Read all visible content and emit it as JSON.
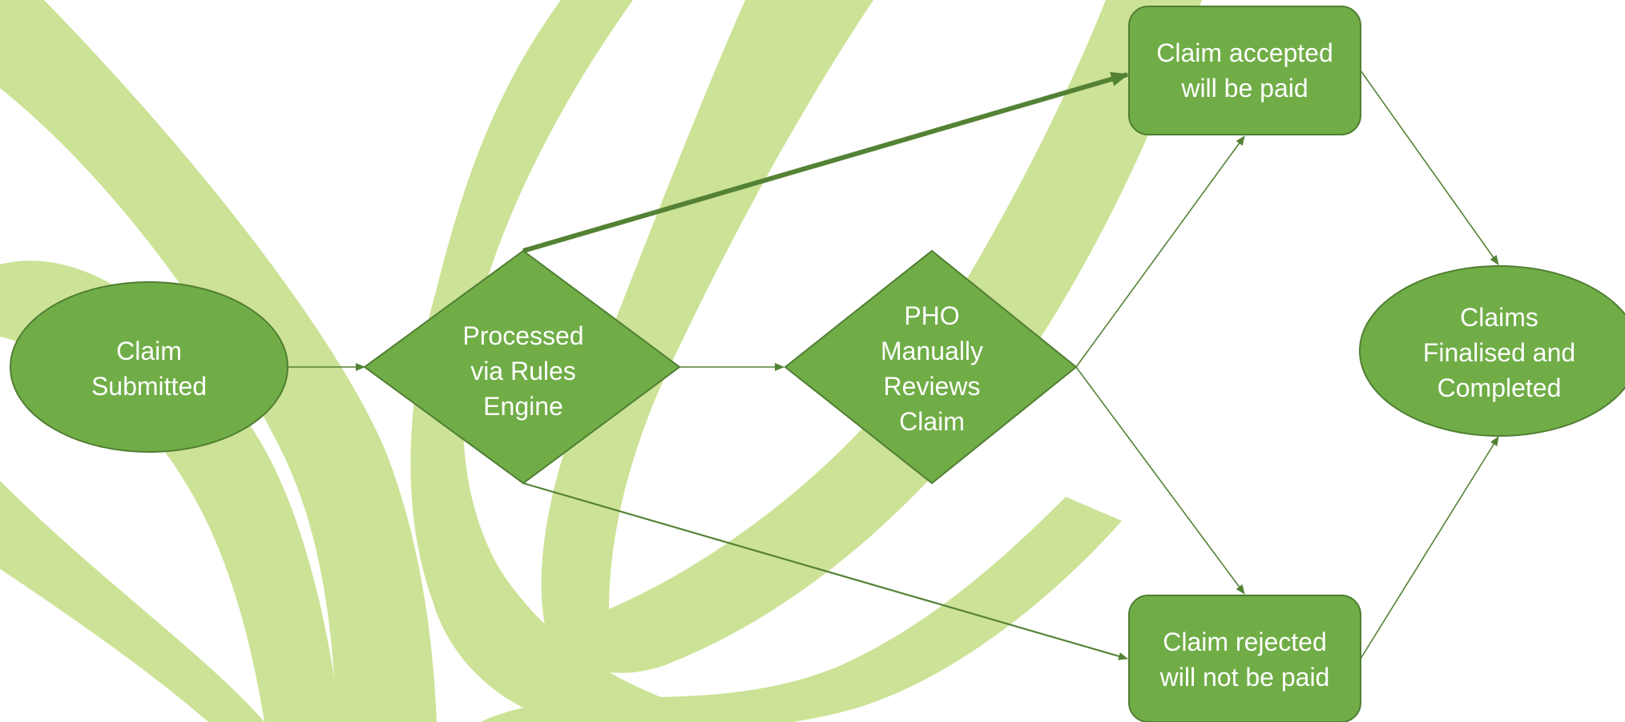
{
  "diagram": {
    "colors": {
      "node_fill": "#70ad47",
      "node_border": "#507e32",
      "arrow": "#548235",
      "background_swoosh": "#cce296",
      "text": "#ffffff"
    },
    "nodes": {
      "claim_submitted": {
        "shape": "ellipse",
        "label": "Claim\nSubmitted"
      },
      "rules_engine": {
        "shape": "diamond",
        "label": "Processed\nvia Rules\nEngine"
      },
      "pho_review": {
        "shape": "diamond",
        "label": "PHO\nManually\nReviews\nClaim"
      },
      "claim_accepted": {
        "shape": "rounded-rectangle",
        "label": "Claim accepted\nwill be paid"
      },
      "claim_rejected": {
        "shape": "rounded-rectangle",
        "label": "Claim rejected\nwill not be paid"
      },
      "claims_finalised": {
        "shape": "ellipse",
        "label": "Claims\nFinalised and\nCompleted"
      }
    },
    "edges": [
      {
        "from": "claim_submitted",
        "to": "rules_engine"
      },
      {
        "from": "rules_engine",
        "to": "claim_accepted",
        "emphasis": "bold"
      },
      {
        "from": "rules_engine",
        "to": "pho_review"
      },
      {
        "from": "rules_engine",
        "to": "claim_rejected"
      },
      {
        "from": "pho_review",
        "to": "claim_accepted"
      },
      {
        "from": "pho_review",
        "to": "claim_rejected"
      },
      {
        "from": "claim_accepted",
        "to": "claims_finalised"
      },
      {
        "from": "claim_rejected",
        "to": "claims_finalised"
      }
    ]
  }
}
